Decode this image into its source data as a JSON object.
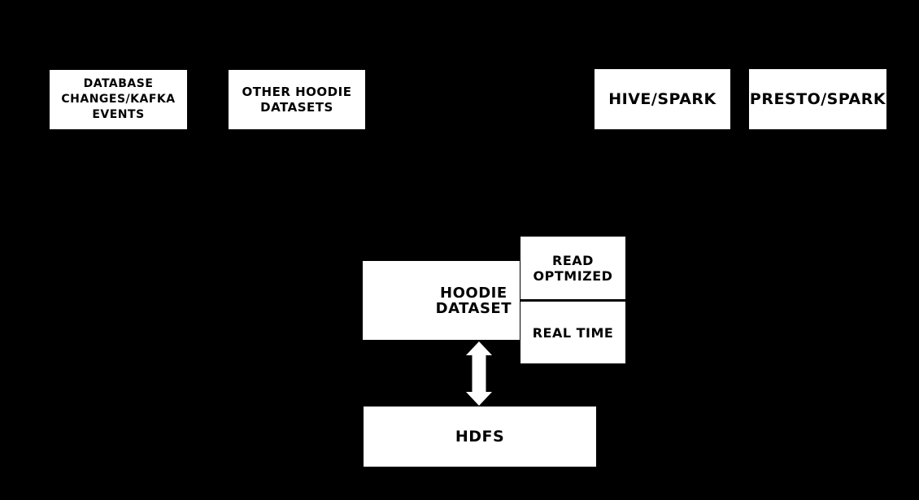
{
  "colors": {
    "background": "#000000",
    "node_fill": "#ffffff",
    "node_text": "#000000",
    "arrow": "#ffffff"
  },
  "nodes": {
    "database_changes": {
      "lines": [
        "DATABASE",
        "CHANGES/KAFKA",
        "EVENTS"
      ]
    },
    "other_hoodie_datasets": {
      "lines": [
        "OTHER HOODIE",
        "DATASETS"
      ]
    },
    "hive_spark": {
      "label": "HIVE/SPARK"
    },
    "presto_spark": {
      "label": "PRESTO/SPARK"
    },
    "hoodie_dataset": {
      "lines": [
        "HOODIE",
        "DATASET"
      ]
    },
    "read_optimized": {
      "lines": [
        "READ",
        "OPTMIZED"
      ]
    },
    "real_time": {
      "label": "REAL TIME"
    },
    "hdfs": {
      "label": "HDFS"
    }
  },
  "icons": {
    "hdfs_link": "double-vertical-arrow"
  }
}
